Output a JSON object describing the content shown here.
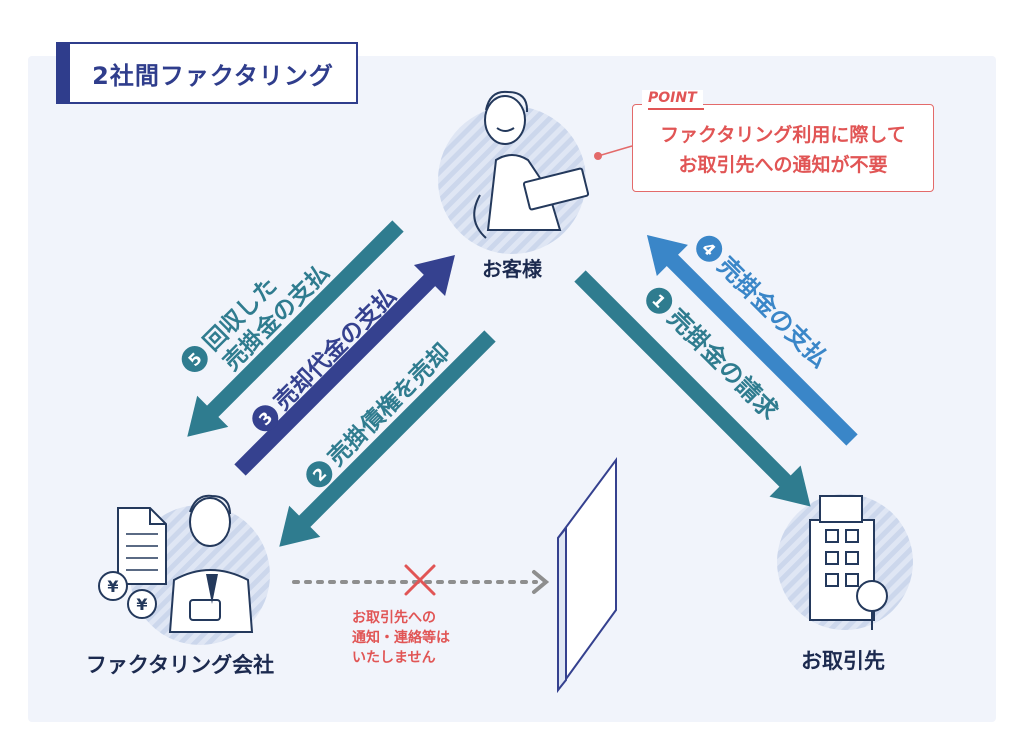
{
  "title": "2社間ファクタリング",
  "point": {
    "label": "POINT",
    "line1": "ファクタリング利用に際して",
    "line2": "お取引先への通知が不要"
  },
  "nodes": {
    "customer": "お客様",
    "factoring_company": "ファクタリング会社",
    "business_partner": "お取引先"
  },
  "flows": [
    {
      "num": "1",
      "text": "売掛金の請求"
    },
    {
      "num": "2",
      "text": "売掛債権を売却"
    },
    {
      "num": "3",
      "text": "売却代金の支払"
    },
    {
      "num": "4",
      "text": "売掛金の支払"
    },
    {
      "num": "5",
      "line1": "回収した",
      "line2": "売掛金の支払"
    }
  ],
  "note": {
    "line1": "お取引先への",
    "line2": "通知・連絡等は",
    "line3": "いたしません"
  },
  "currency_symbol": "¥",
  "colors": {
    "teal": "#2f7c8f",
    "blue": "#3a86c8",
    "navy": "#35418f",
    "red": "#e15555",
    "dark": "#1c2a4f"
  }
}
